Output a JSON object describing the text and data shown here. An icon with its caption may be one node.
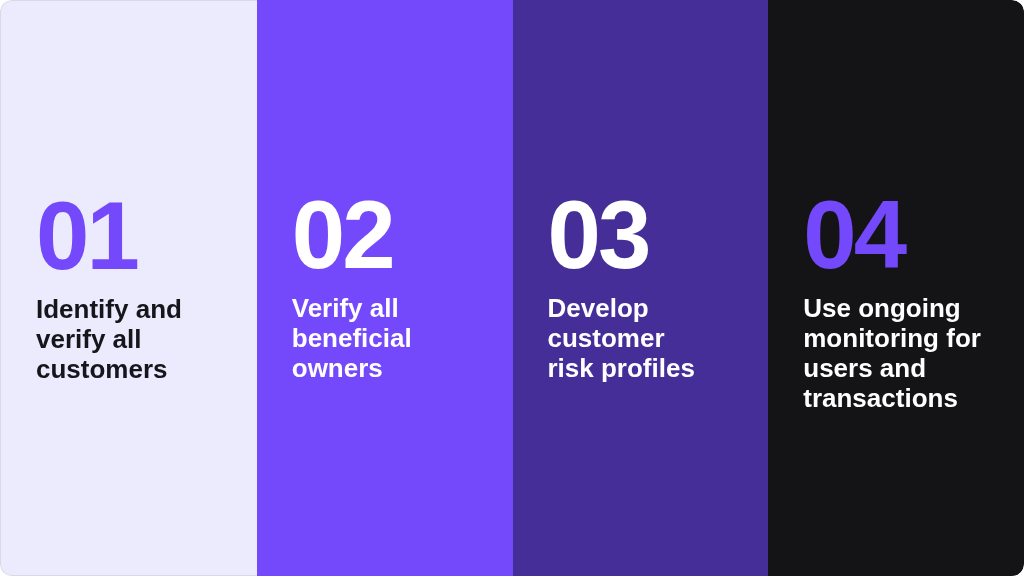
{
  "diagram": {
    "nodes": [
      {
        "text": [
          "01",
          "Identify and verify all customers"
        ]
      },
      {
        "text": [
          "02",
          "Verify all beneficial owners"
        ]
      },
      {
        "text": [
          "03",
          "Develop customer risk profiles"
        ]
      },
      {
        "text": [
          "04",
          "Use ongoing monitoring for users and transactions"
        ]
      }
    ]
  }
}
